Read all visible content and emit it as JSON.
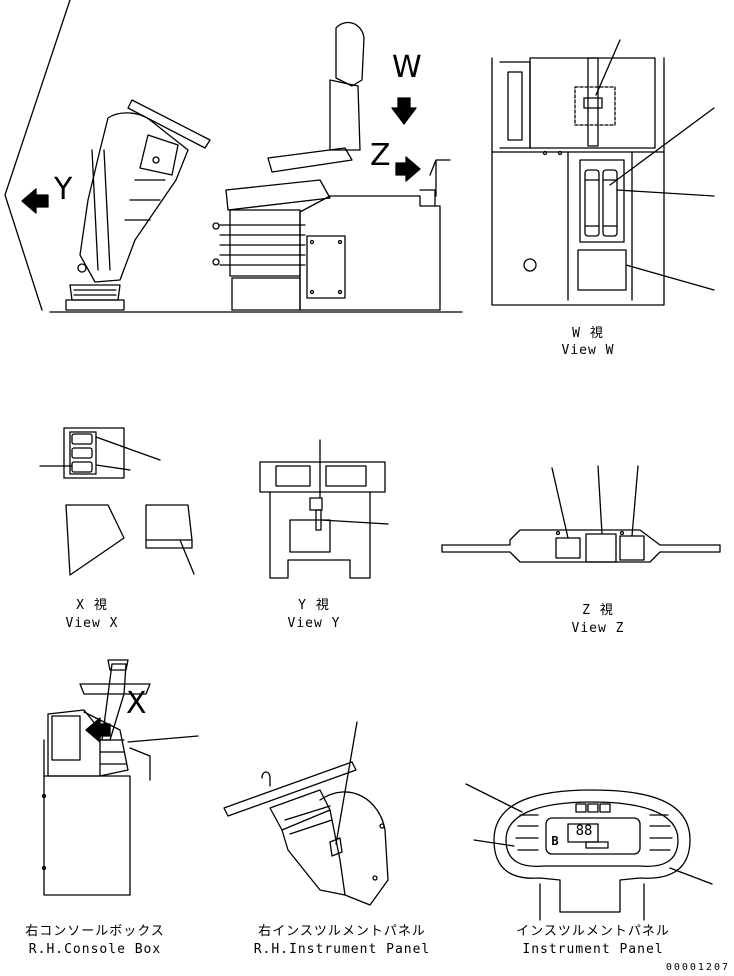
{
  "main_view": {
    "arrow_w": "W",
    "arrow_z": "Z",
    "arrow_y": "Y"
  },
  "views": {
    "w": {
      "jp": "W 視",
      "en": "View W"
    },
    "x": {
      "jp": "X 視",
      "en": "View X"
    },
    "y": {
      "jp": "Y 視",
      "en": "View Y"
    },
    "z": {
      "jp": "Z 視",
      "en": "View Z"
    }
  },
  "console": {
    "arrow_x": "X",
    "jp": "右コンソールボックス",
    "en": "R.H.Console Box"
  },
  "rh_panel": {
    "jp": "右インスツルメントパネル",
    "en": "R.H.Instrument Panel"
  },
  "panel": {
    "jp": "インスツルメントパネル",
    "en": "Instrument Panel",
    "display": "88",
    "gear": "B"
  },
  "doc_number": "00001207"
}
